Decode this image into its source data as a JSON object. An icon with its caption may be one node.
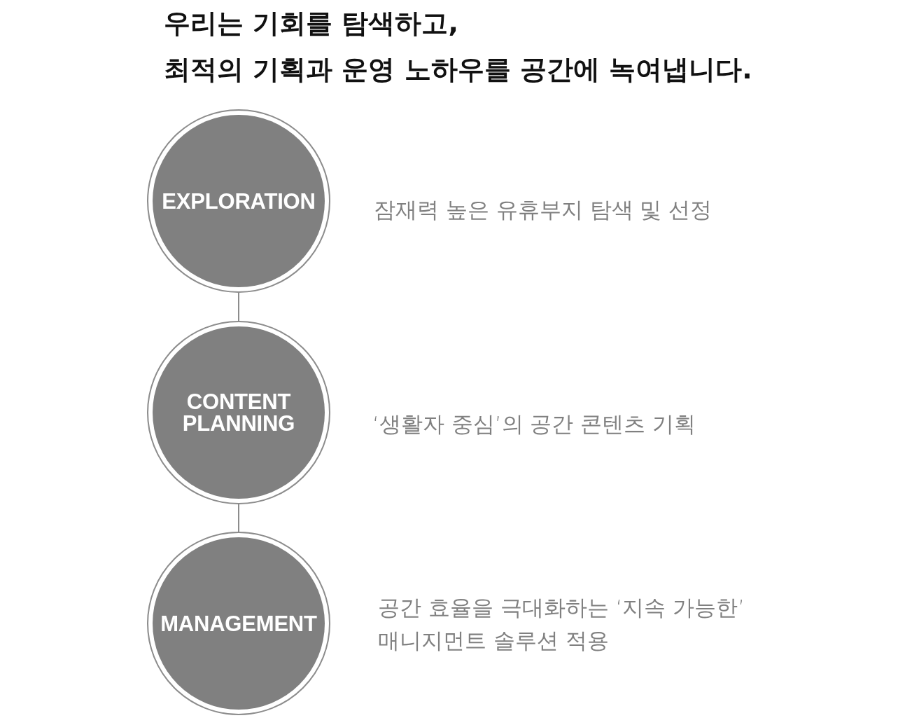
{
  "diagram": {
    "title": "우리는 기회를 탐색하고, 최적의 기획과 운영 노하우를 공간에 녹여냅니다.",
    "nodes": [
      {
        "text": [
          "EXPLORATION"
        ],
        "beside": [
          "잠재력 높은 유휴부지 탐색 및 선정"
        ]
      },
      {
        "text": [
          "CONTENT PLANNING"
        ],
        "beside": [
          "‘생활자 중심’의 공간 콘텐츠 기획"
        ]
      },
      {
        "text": [
          "MANAGEMENT"
        ],
        "beside": [
          "공간 효율을 극대화하는 ‘지속 가능한’ 매니지먼트 솔루션 적용"
        ]
      }
    ],
    "edges": [
      {
        "from": 0,
        "to": 1,
        "arrow": "none"
      },
      {
        "from": 1,
        "to": 2,
        "arrow": "none"
      }
    ]
  }
}
